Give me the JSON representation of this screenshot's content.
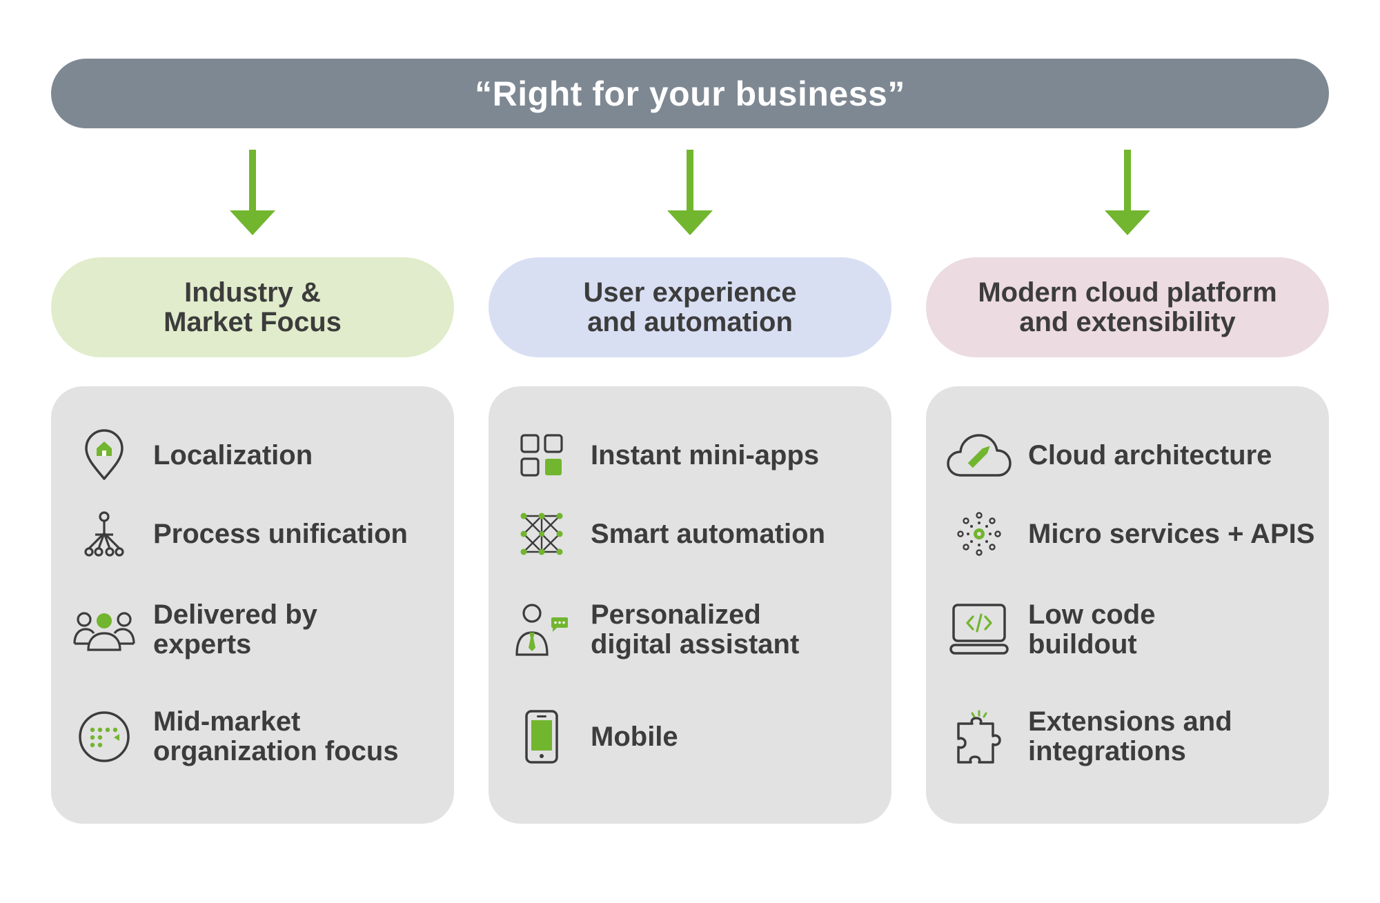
{
  "title": "“Right for your business”",
  "colors": {
    "banner": "#7e8893",
    "arrow": "#72b52e",
    "accent_green": "#72b52e",
    "panel": "#e2e2e2",
    "pill_green": "#e0eccb",
    "pill_blue": "#d9dff3",
    "pill_pink": "#ecdbe0",
    "text": "#3c3c3c"
  },
  "columns": [
    {
      "pill_lines": [
        "Industry &",
        "Market Focus"
      ],
      "items": [
        {
          "icon": "location-pin-icon",
          "lines": [
            "Localization"
          ]
        },
        {
          "icon": "process-tree-icon",
          "lines": [
            "Process unification"
          ]
        },
        {
          "icon": "people-group-icon",
          "lines": [
            "Delivered by",
            "experts"
          ]
        },
        {
          "icon": "organization-circle-icon",
          "lines": [
            "Mid-market",
            "organization focus"
          ]
        }
      ]
    },
    {
      "pill_lines": [
        "User experience",
        "and automation"
      ],
      "items": [
        {
          "icon": "app-grid-icon",
          "lines": [
            "Instant mini-apps"
          ]
        },
        {
          "icon": "network-nodes-icon",
          "lines": [
            "Smart automation"
          ]
        },
        {
          "icon": "assistant-person-icon",
          "lines": [
            "Personalized",
            "digital assistant"
          ]
        },
        {
          "icon": "mobile-phone-icon",
          "lines": [
            "Mobile"
          ]
        }
      ]
    },
    {
      "pill_lines": [
        "Modern cloud platform",
        "and extensibility"
      ],
      "items": [
        {
          "icon": "cloud-pencil-icon",
          "lines": [
            "Cloud architecture"
          ]
        },
        {
          "icon": "gear-dots-icon",
          "lines": [
            "Micro services + APIS"
          ]
        },
        {
          "icon": "laptop-code-icon",
          "lines": [
            "Low code",
            "buildout"
          ]
        },
        {
          "icon": "puzzle-piece-icon",
          "lines": [
            "Extensions and",
            "integrations"
          ]
        }
      ]
    }
  ]
}
